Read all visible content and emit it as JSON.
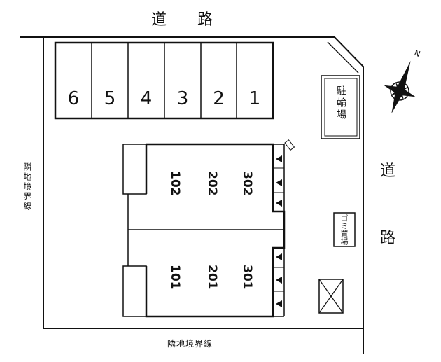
{
  "road_top": "道　　路",
  "road_right_1": "道",
  "road_right_2": "路",
  "boundary_left": "隣地境界線",
  "boundary_bottom": "隣地境界線",
  "parking_spaces": [
    "6",
    "5",
    "4",
    "3",
    "2",
    "1"
  ],
  "bicycle_parking": "駐輪場",
  "trash_area": "ゴミ置場",
  "units_upper": [
    "102",
    "202",
    "302"
  ],
  "units_lower": [
    "101",
    "201",
    "301"
  ],
  "north_mark": "N"
}
